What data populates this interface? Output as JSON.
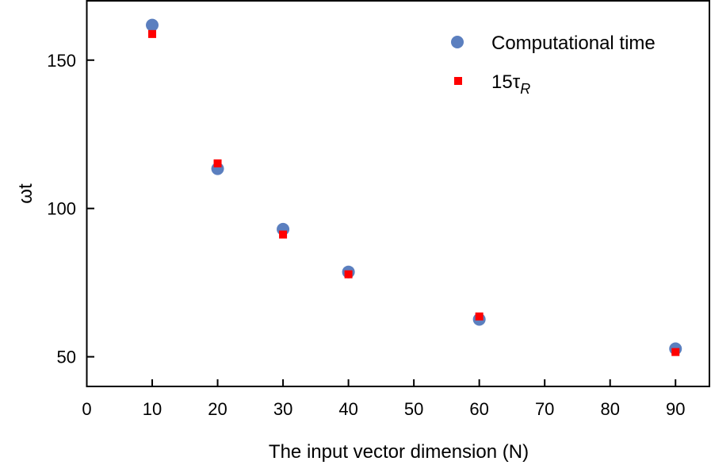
{
  "chart_data": {
    "type": "scatter",
    "xlabel": "The input vector dimension (N)",
    "ylabel": "ωt",
    "xlim": [
      0,
      95
    ],
    "ylim": [
      40,
      170
    ],
    "xticks": [
      0,
      10,
      20,
      30,
      40,
      50,
      60,
      70,
      80,
      90
    ],
    "yticks": [
      50,
      100,
      150
    ],
    "grid": false,
    "legend_position": "top-right",
    "series": [
      {
        "name": "Computational time",
        "marker": "circle",
        "color": "#5b7fbf",
        "x": [
          10,
          20,
          30,
          40,
          60,
          90
        ],
        "y": [
          161.8,
          113.4,
          93.0,
          78.6,
          62.6,
          52.7
        ]
      },
      {
        "name": "15τ",
        "name_subscript": "R",
        "marker": "square",
        "color": "#ff0000",
        "x": [
          10,
          20,
          30,
          40,
          60,
          90
        ],
        "y": [
          158.8,
          115.2,
          91.2,
          77.8,
          63.6,
          51.6
        ]
      }
    ]
  }
}
